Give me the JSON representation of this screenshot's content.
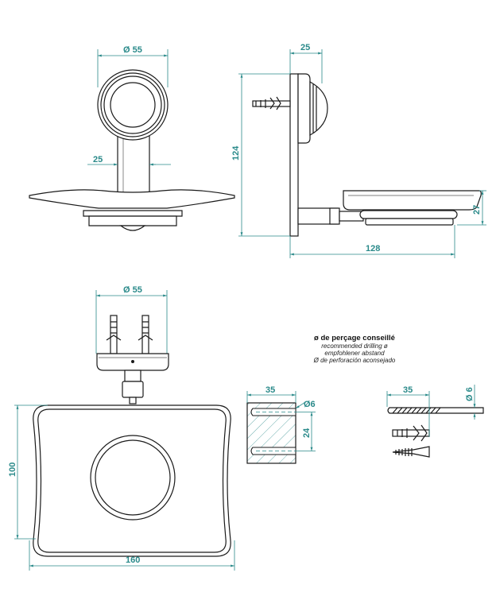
{
  "colors": {
    "dimension": "#2a8a8a",
    "outline": "#1a1a1a"
  },
  "front_view": {
    "diameter_label": "Ø 55",
    "stem_width": "25"
  },
  "side_view": {
    "depth": "25",
    "height": "124",
    "dish_height": "27",
    "projection": "128"
  },
  "top_view": {
    "diameter_label": "Ø 55",
    "height": "100",
    "width": "160"
  },
  "drilling": {
    "title": "ø de perçage conseillé",
    "line_en": "recommended drilling ø",
    "line_de": "empfohlener abstand",
    "line_es": "Ø de perforación aconsejado",
    "wall_depth": "35",
    "hole_diameter": "Ø6",
    "hole_spacing": "24",
    "drill_depth": "35",
    "drill_diameter": "Ø 6"
  }
}
